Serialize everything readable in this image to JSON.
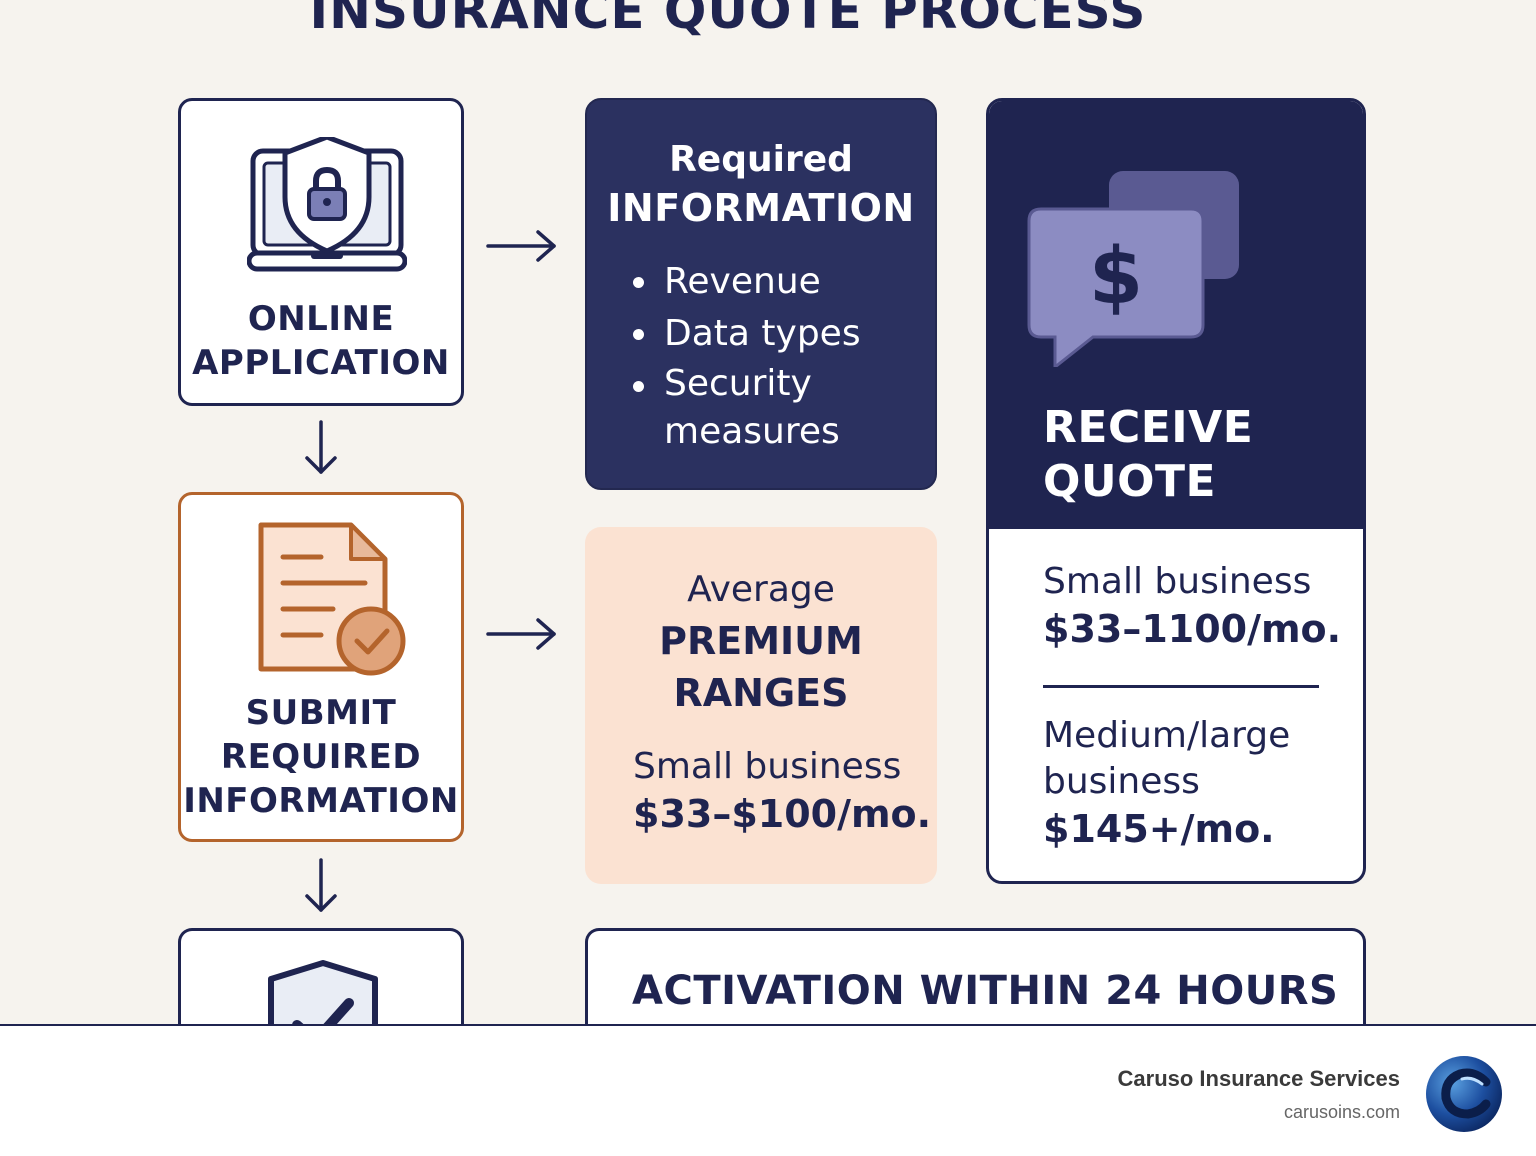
{
  "title": "INSURANCE QUOTE PROCESS",
  "steps": [
    {
      "lines": [
        "ONLINE",
        "APPLICATION"
      ],
      "icon": "laptop-shield-lock-icon"
    },
    {
      "lines": [
        "SUBMIT",
        "REQUIRED",
        "INFORMATION"
      ],
      "icon": "document-check-icon"
    },
    {
      "icon": "shield-check-icon"
    }
  ],
  "required_info": {
    "heading_line1": "Required",
    "heading_line2": "INFORMATION",
    "items": [
      "Revenue",
      "Data types",
      "Security",
      "measures"
    ]
  },
  "premium": {
    "heading_line1": "Average",
    "heading_line2": "PREMIUM",
    "heading_line3": "RANGES",
    "label": "Small business",
    "value": "$33–$100/mo."
  },
  "quote": {
    "title_lines": [
      "RECEIVE",
      "QUOTE"
    ],
    "small_label": "Small business",
    "small_value": "$33–1100/mo.",
    "medium_label_lines": [
      "Medium/large",
      "business"
    ],
    "medium_value": "$145+/mo.",
    "icon": "dollar-chat-bubbles-icon"
  },
  "activation": "ACTIVATION WITHIN 24 HOURS",
  "footer": {
    "company": "Caruso Insurance Services",
    "site": "carusoins.com"
  },
  "colors": {
    "navy": "#1f2450",
    "panel_navy": "#2b3160",
    "peach": "#fbe2d2",
    "copper": "#b4642c",
    "background": "#f6f3ee"
  }
}
